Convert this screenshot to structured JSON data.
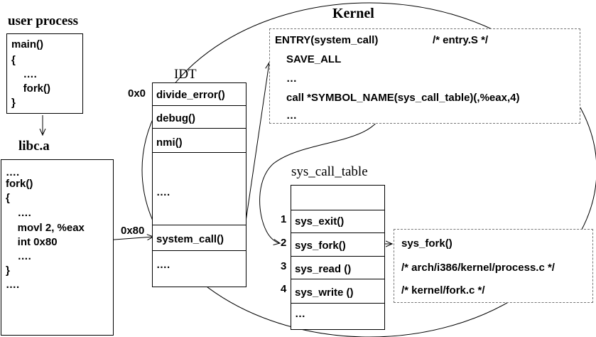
{
  "user_process": {
    "title": "user process",
    "lines": [
      "main()",
      "{",
      "    ….",
      "    fork()",
      "}"
    ]
  },
  "libc": {
    "title": "libc.a",
    "lines": [
      "….",
      "fork()",
      "{",
      "    ….",
      "    movl 2, %eax",
      "    int 0x80",
      "    ….",
      "}",
      "…."
    ]
  },
  "kernel": {
    "title": "Kernel"
  },
  "idt": {
    "title": "IDT",
    "label_0x0": "0x0",
    "label_0x80": "0x80",
    "entries": [
      "divide_error()",
      "debug()",
      "nmi()",
      "….",
      "system_call()",
      "…."
    ]
  },
  "entry": {
    "line1": "ENTRY(system_call)",
    "line1_comment": "/* entry.S */",
    "line2": "SAVE_ALL",
    "line3": "…",
    "line4": "call *SYMBOL_NAME(sys_call_table)(,%eax,4)",
    "line5": "…"
  },
  "sys_call_table": {
    "title": "sys_call_table",
    "numbers": [
      "1",
      "2",
      "3",
      "4"
    ],
    "entries": [
      "",
      "sys_exit()",
      "sys_fork()",
      "sys_read ()",
      "sys_write ()",
      "…"
    ]
  },
  "sys_fork_box": {
    "line1": "sys_fork()",
    "line2": "/* arch/i386/kernel/process.c */",
    "line3": "/* kernel/fork.c */"
  }
}
